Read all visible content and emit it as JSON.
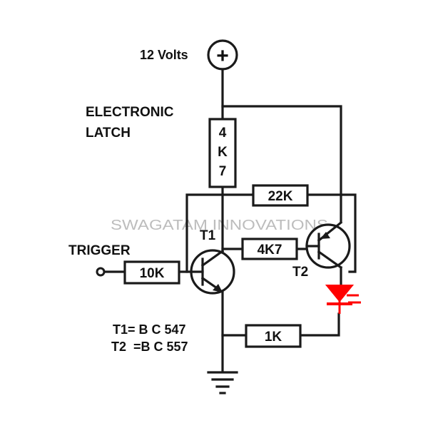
{
  "supply": {
    "label": "12 Volts",
    "symbol": "+"
  },
  "title_lines": [
    "ELECTRONIC",
    "LATCH"
  ],
  "watermark": "SWAGATAM INNOVATIONS",
  "resistors": {
    "r_collector": "4K7",
    "r_feedback": "22K",
    "r_base_t2": "4K7",
    "r_trigger": "10K",
    "r_led": "1K"
  },
  "transistors": {
    "t1": "T1",
    "t2": "T2"
  },
  "trigger_label": "TRIGGER",
  "parts_note": [
    "T1= B C 547",
    "T2  =B C 557"
  ],
  "colors": {
    "wire": "#1a1a1a",
    "led": "#ff0000",
    "watermark": "#bdbdbd"
  }
}
